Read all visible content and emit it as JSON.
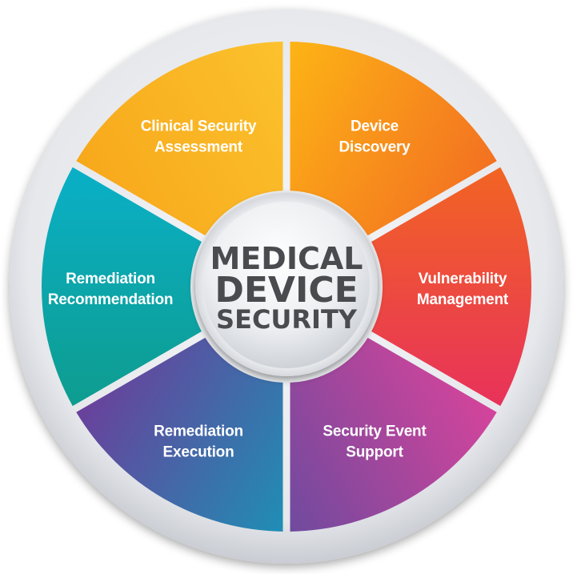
{
  "center": {
    "line1": "MEDICAL",
    "line2": "DEVICE",
    "line3": "SECURITY"
  },
  "segments": [
    {
      "line1": "Device",
      "line2": "Discovery",
      "color_start": "#FDB515",
      "color_end": "#F37021"
    },
    {
      "line1": "Vulnerability",
      "line2": "Management",
      "color_start": "#F26522",
      "color_end": "#E8315B"
    },
    {
      "line1": "Security Event",
      "line2": "Support",
      "color_start": "#D6449B",
      "color_end": "#6E4A9E"
    },
    {
      "line1": "Remediation",
      "line2": "Execution",
      "color_start": "#1E8FB5",
      "color_end": "#6B3F9B"
    },
    {
      "line1": "Remediation",
      "line2": "Recommendation",
      "color_start": "#0E9C8E",
      "color_end": "#0AB0C8"
    },
    {
      "line1": "Clinical Security",
      "line2": "Assessment",
      "color_start": "#F7A81B",
      "color_end": "#FCC22E"
    }
  ],
  "colors": {
    "outer_ring": "#e4e6ea",
    "gap": "#dfe1e5",
    "center_text": "#4a4b4f"
  }
}
